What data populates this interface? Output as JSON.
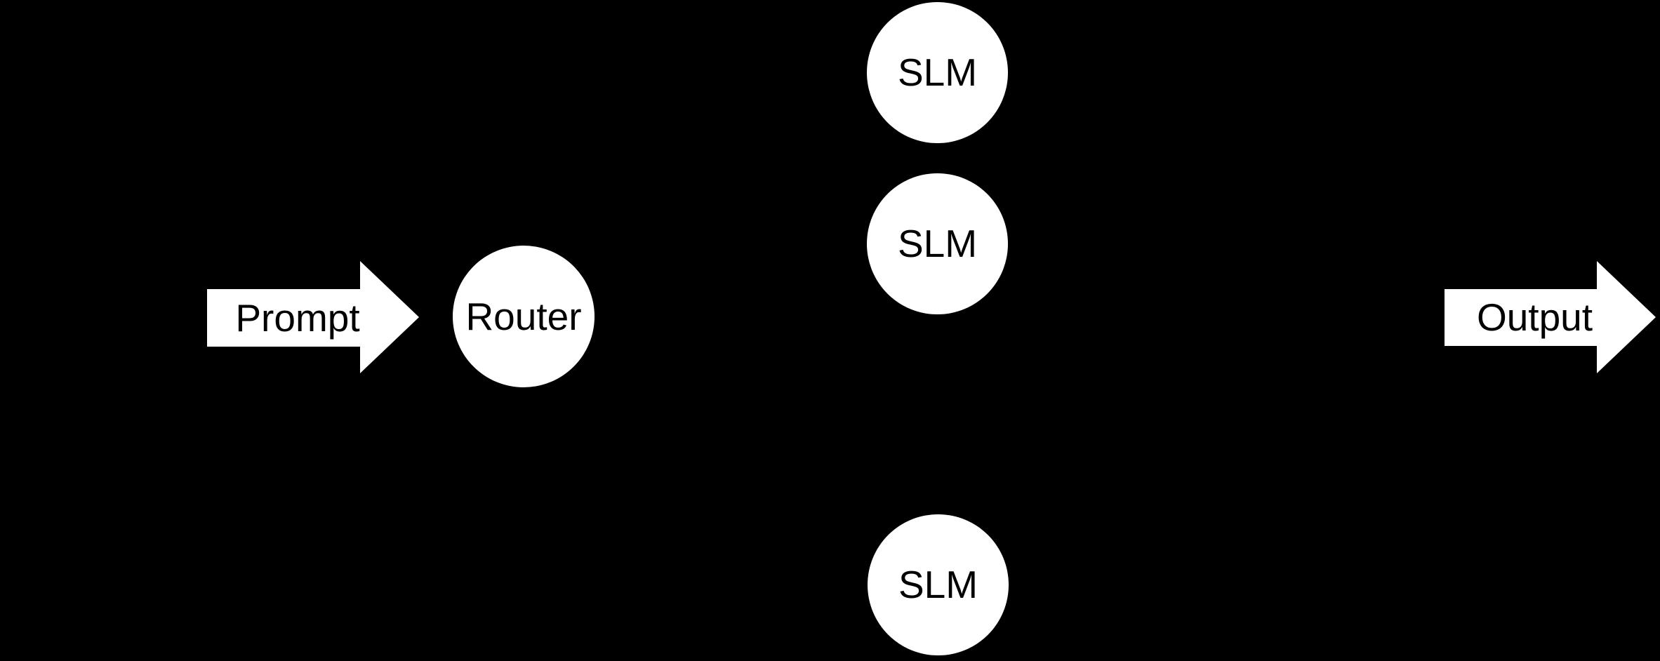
{
  "diagram": {
    "background_color": "#000000",
    "shape_color": "#ffffff",
    "text_color": "#000000",
    "flow": "Prompt -> Router -> SLM pool -> Output",
    "nodes": {
      "prompt": {
        "label": "Prompt",
        "shape": "right-arrow"
      },
      "router": {
        "label": "Router",
        "shape": "circle"
      },
      "slm_nodes": [
        {
          "label": "SLM",
          "shape": "circle"
        },
        {
          "label": "SLM",
          "shape": "circle"
        },
        {
          "label": "SLM",
          "shape": "circle"
        }
      ],
      "output": {
        "label": "Output",
        "shape": "right-arrow"
      }
    }
  }
}
